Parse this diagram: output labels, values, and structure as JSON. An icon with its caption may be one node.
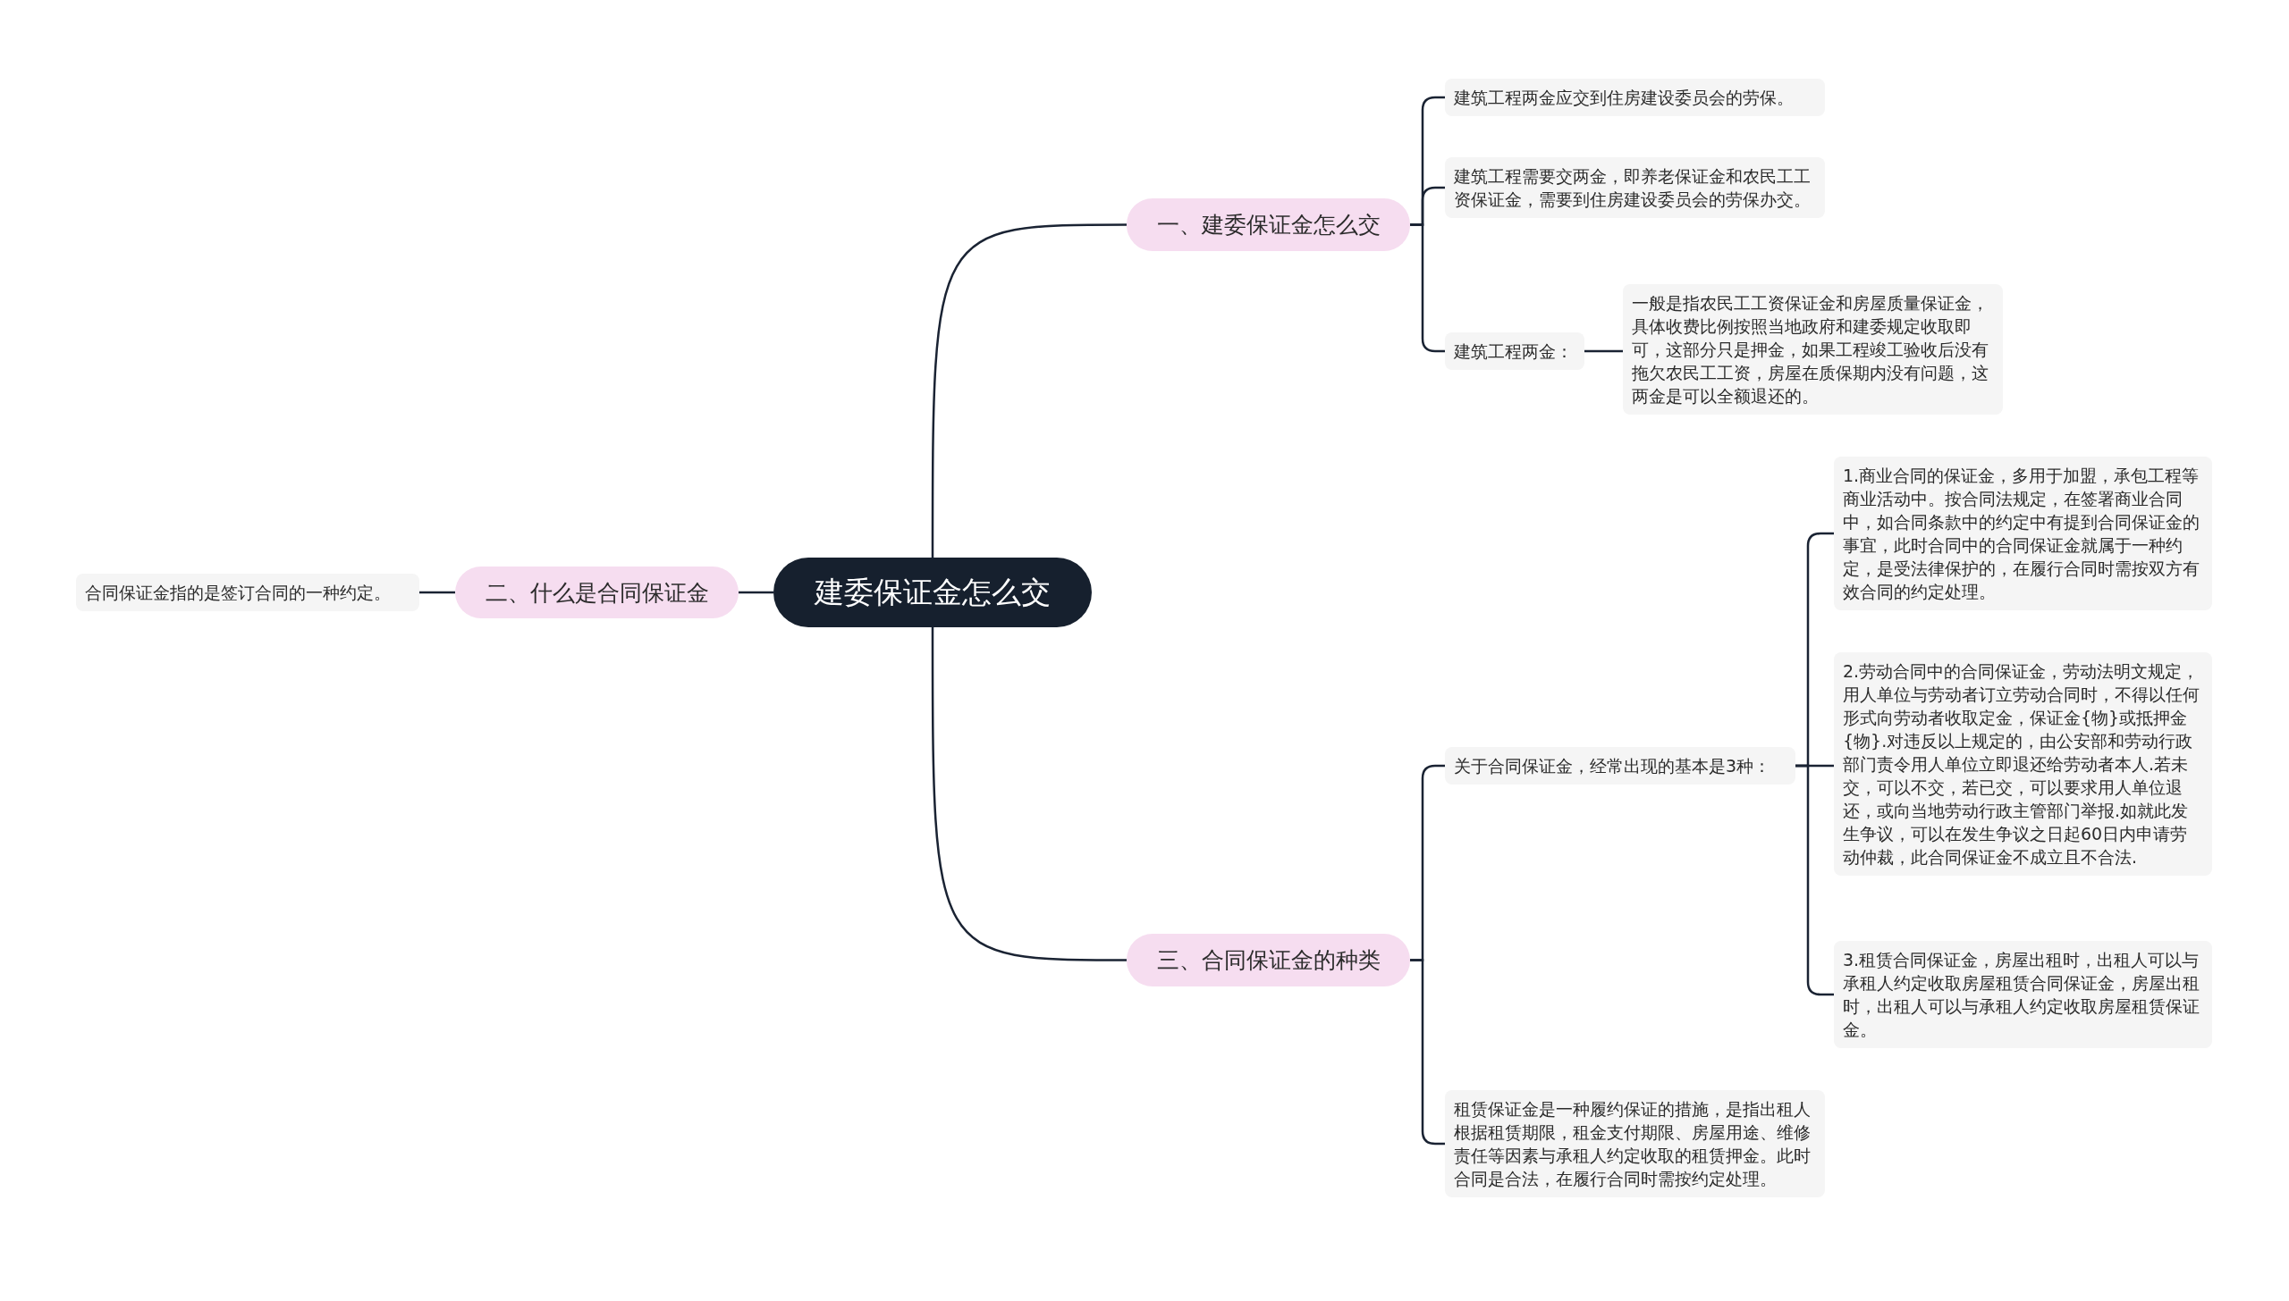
{
  "diagram": {
    "nodes": [
      {
        "text": [
          "建委保证金怎么交"
        ]
      },
      {
        "text": [
          "一、建委保证金怎么交"
        ]
      },
      {
        "text": [
          "建筑工程两金应交到住房建设委员会的劳保。"
        ]
      },
      {
        "text": [
          "建筑工程需要交两金，即养老保证金和农民工工资保证金，需要到住房建设委员会的劳保办交。"
        ]
      },
      {
        "text": [
          "建筑工程两金："
        ]
      },
      {
        "text": [
          "一般是指农民工工资保证金和房屋质量保证金，具体收费比例按照当地政府和建委规定收取即可，这部分只是押金，如果工程竣工验收后没有拖欠农民工工资，房屋在质保期内没有问题，这两金是可以全额退还的。"
        ]
      },
      {
        "text": [
          "二、什么是合同保证金"
        ]
      },
      {
        "text": [
          "合同保证金指的是签订合同的一种约定。"
        ]
      },
      {
        "text": [
          "三、合同保证金的种类"
        ]
      },
      {
        "text": [
          "关于合同保证金，经常出现的基本是3种："
        ]
      },
      {
        "text": [
          "1.商业合同的保证金，多用于加盟，承包工程等商业活动中。按合同法规定，在签署商业合同中，如合同条款中的约定中有提到合同保证金的事宜，此时合同中的合同保证金就属于一种约定，是受法律保护的，在履行合同时需按双方有效合同的约定处理。"
        ]
      },
      {
        "text": [
          "2.劳动合同中的合同保证金，劳动法明文规定，用人单位与劳动者订立劳动合同时，不得以任何形式向劳动者收取定金，保证金{物}或抵押金{物}.对违反以上规定的，由公安部和劳动行政部门责令用人单位立即退还给劳动者本人.若未交，可以不交，若已交，可以要求用人单位退还，或向当地劳动行政主管部门举报.如就此发生争议，可以在发生争议之日起60日内申请劳动仲裁，此合同保证金不成立且不合法."
        ]
      },
      {
        "text": [
          "3.租赁合同保证金，房屋出租时，出租人可以与承租人约定收取房屋租赁合同保证金，房屋出租时，出租人可以与承租人约定收取房屋租赁保证金。"
        ]
      },
      {
        "text": [
          "租赁保证金是一种履约保证的措施，是指出租人根据租赁期限，租金支付期限、房屋用途、维修责任等因素与承租人约定收取的租赁押金。此时合同是合法，在履行合同时需按约定处理。"
        ]
      }
    ],
    "edges": [
      {
        "from": 0,
        "to": 1,
        "arrow": "none"
      },
      {
        "from": 1,
        "to": 2,
        "arrow": "none"
      },
      {
        "from": 1,
        "to": 3,
        "arrow": "none"
      },
      {
        "from": 1,
        "to": 4,
        "arrow": "none"
      },
      {
        "from": 4,
        "to": 5,
        "arrow": "none"
      },
      {
        "from": 0,
        "to": 6,
        "arrow": "none"
      },
      {
        "from": 6,
        "to": 7,
        "arrow": "none"
      },
      {
        "from": 0,
        "to": 8,
        "arrow": "none"
      },
      {
        "from": 8,
        "to": 9,
        "arrow": "none"
      },
      {
        "from": 9,
        "to": 10,
        "arrow": "none"
      },
      {
        "from": 9,
        "to": 11,
        "arrow": "none"
      },
      {
        "from": 9,
        "to": 12,
        "arrow": "none"
      },
      {
        "from": 8,
        "to": 13,
        "arrow": "none"
      }
    ]
  }
}
